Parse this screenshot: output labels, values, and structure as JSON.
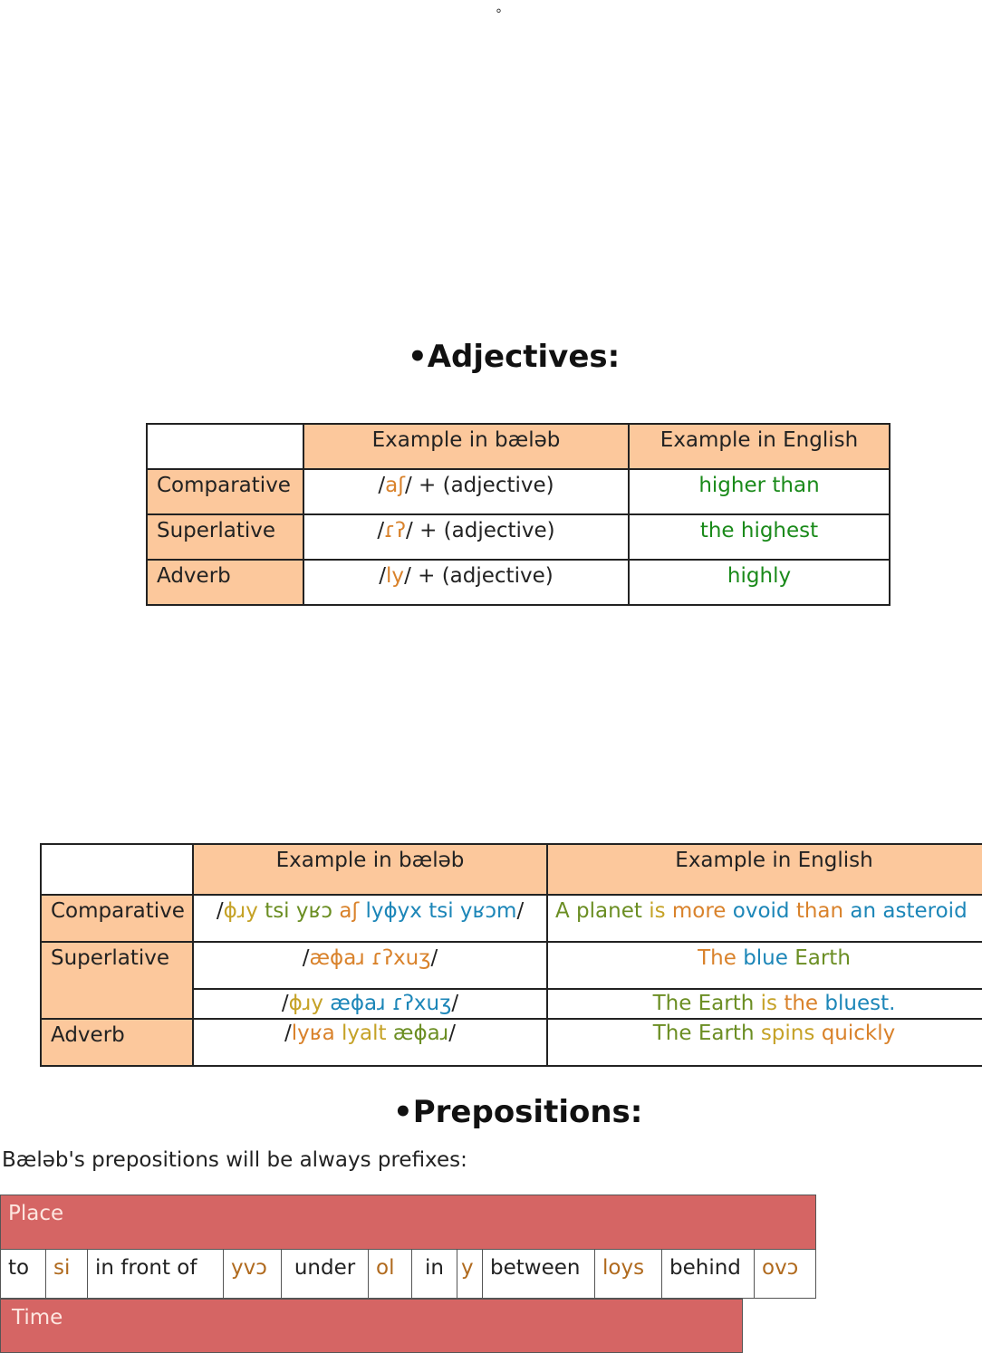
{
  "top_mark": "°",
  "adjectives": {
    "heading": "•Adjectives:",
    "table1": {
      "headers": [
        "",
        "Example in bæləb",
        "Example in English"
      ],
      "rows": [
        {
          "label": "Comparative",
          "pre": "/",
          "morph": "aʃ",
          "post": "/ + (adjective)",
          "english": "higher than"
        },
        {
          "label": "Superlative",
          "pre": "/",
          "morph": "ɾʔ",
          "post": "/ + (adjective)",
          "english": "the highest"
        },
        {
          "label": "Adverb",
          "pre": "/",
          "morph": "ly",
          "post": "/ + (adjective)",
          "english": "highly"
        }
      ]
    },
    "table2": {
      "headers": [
        "",
        "Example in bæləb",
        "Example in English"
      ],
      "comparative": {
        "label": "Comparative",
        "balab": [
          "/",
          "ɸɹy",
          " tsi ",
          "yʁɔ",
          " ",
          "aʃ",
          " ",
          "lyɸyx",
          " tsi ",
          "yʁɔm",
          "/"
        ],
        "english": [
          "A planet ",
          "is",
          " ",
          "more",
          " ",
          "ovoid",
          " ",
          "than",
          " ",
          "an asteroid"
        ]
      },
      "superlative": {
        "label": "Superlative",
        "row1_balab": [
          "/",
          "æɸaɹ",
          " ",
          "ɾʔxuʒ",
          "/"
        ],
        "row1_english": [
          "The",
          " ",
          "blue",
          " ",
          "Earth"
        ],
        "row2_balab": [
          "/",
          "ɸɹy",
          " ",
          "æɸaɹ",
          " ",
          "ɾʔxuʒ",
          "/"
        ],
        "row2_english": [
          "The Earth",
          " ",
          "is",
          " ",
          "the",
          " ",
          "bluest."
        ]
      },
      "adverb": {
        "label": "Adverb",
        "balab": [
          "/",
          "lyʁa",
          " ",
          "lyalt",
          " ",
          "æɸaɹ",
          "/"
        ],
        "english": [
          "The Earth",
          " ",
          "spins",
          " ",
          "quickly"
        ]
      }
    }
  },
  "prepositions": {
    "heading": "•Prepositions:",
    "intro": "Bæləb's prepositions will be always prefixes:",
    "place_label": "Place",
    "place_items": [
      {
        "english": "to",
        "balab": "si"
      },
      {
        "english": "in front of",
        "balab": "yvɔ"
      },
      {
        "english": "under",
        "balab": "ol"
      },
      {
        "english": "in",
        "balab": "y"
      },
      {
        "english": "between",
        "balab": "loys"
      },
      {
        "english": "behind",
        "balab": "ovɔ"
      }
    ],
    "time_label": "Time"
  },
  "colors": {
    "header_fill": "#fcc89c",
    "english_green": "#1a8a1a",
    "orange": "#d9822b",
    "blue": "#1c86b8",
    "yellow": "#c5a227",
    "olive": "#6b8e23",
    "prep_red": "#d56564"
  }
}
